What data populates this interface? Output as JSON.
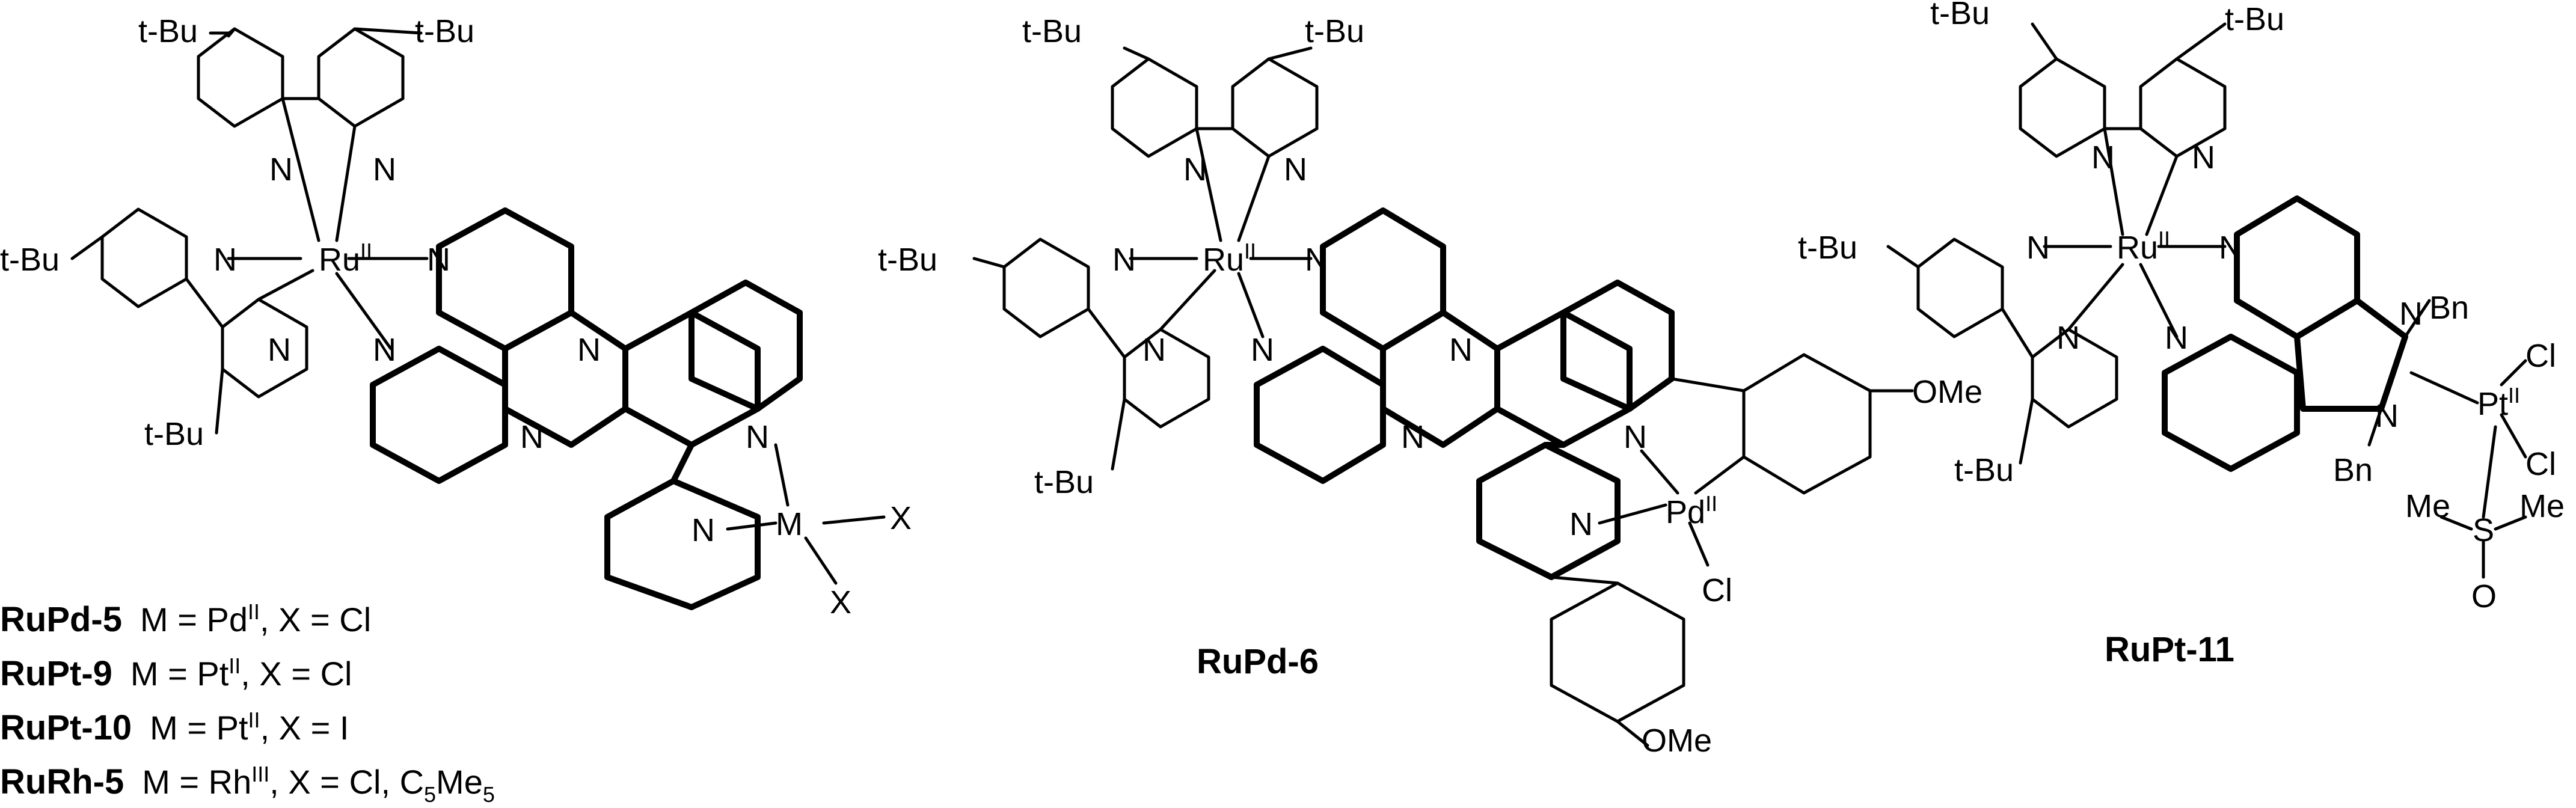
{
  "atoms": {
    "tBu": "t-Bu",
    "N": "N",
    "Ru": "Ru",
    "M": "M",
    "X": "X",
    "Pd": "Pd",
    "Pt": "Pt",
    "Cl": "Cl",
    "OMe": "OMe",
    "Bn": "Bn",
    "S": "S",
    "O": "O",
    "Me": "Me",
    "ox2": "II"
  },
  "compound1": {
    "rows": [
      {
        "name": "RuPd-5",
        "def": "M = Pd",
        "ox": "II",
        "tail": ", X = Cl"
      },
      {
        "name": "RuPt-9",
        "def": "M = Pt",
        "ox": "II",
        "tail": ", X = Cl"
      },
      {
        "name": "RuPt-10",
        "def": "M = Pt",
        "ox": "II",
        "tail": ", X = I"
      },
      {
        "name": "RuRh-5",
        "def": "M = Rh",
        "ox": "III",
        "tail": ", X = Cl, C",
        "s1": "5",
        "m": "Me",
        "s2": "5"
      }
    ]
  },
  "compound2": {
    "name": "RuPd-6"
  },
  "compound3": {
    "name": "RuPt-11"
  }
}
